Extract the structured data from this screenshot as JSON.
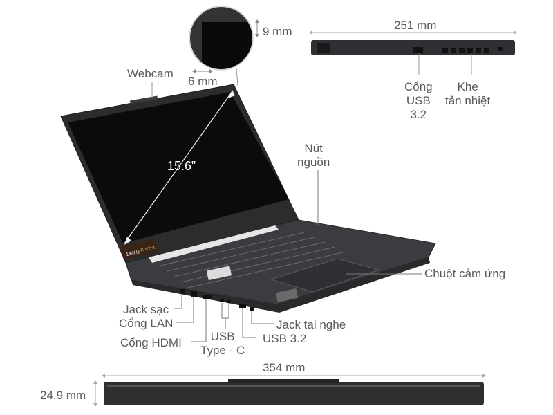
{
  "labels": {
    "webcam": "Webcam",
    "bezel_side": "6 mm",
    "bezel_top": "9 mm",
    "screen_size": "15.6”",
    "depth": "251 mm",
    "port_usb_right": "Cổng\nUSB\n3.2",
    "vent": "Khe\ntản nhiệt",
    "power_button": "Nút\nnguồn",
    "touchpad": "Chuột cảm ứng",
    "jack_charge": "Jack sạc",
    "port_lan": "Cổng LAN",
    "port_hdmi": "Cổng HDMI",
    "port_usb_c": "USB\nType - C",
    "jack_audio": "Jack tai nghe",
    "port_usb_left": "USB 3.2",
    "width": "354 mm",
    "thickness": "24.9 mm"
  },
  "screen_badges": {
    "refresh": "144Hz",
    "gsync": "G-SYNC"
  },
  "colors": {
    "body": "#3b3b3d",
    "screen": "#0a0a0a",
    "accent_light": "#e8e8e8",
    "line": "#555555"
  }
}
